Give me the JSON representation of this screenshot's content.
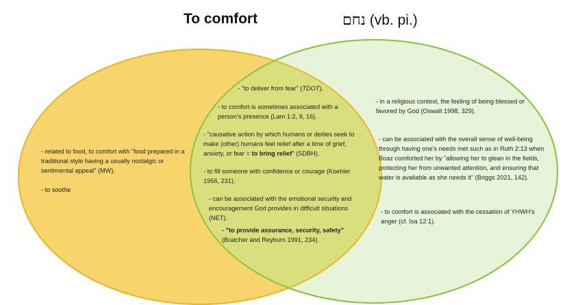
{
  "diagram": {
    "type": "venn",
    "colors": {
      "left_fill": "#f7d56c",
      "left_stroke": "#e7b92a",
      "right_fill": "#e6f4d9",
      "right_stroke": "#8cc63f",
      "overlap_fill": "#d9df7d"
    }
  },
  "left": {
    "title": "To comfort",
    "items": [
      "- related to food, to comfort with \"food prepared in a traditional style having a usually nostalgic or sentimental appeal\" (MW).",
      "- to soothe"
    ]
  },
  "right": {
    "title_hebrew": "נחם",
    "title_suffix": "(vb. pi.)",
    "items": [
      "- in a religious context, the feeling of being blessed or favored by God (Oswalt 1998, 329).",
      "- can be associated with the overall sense of well-being through having one's needs met such as in Ruth 2:13 when Boaz comforted her by \"allowing her to glean in the fields, protecting her from unwanted attention, and ensuring that water is available as she needs it\" (Briggs 2021, 142).",
      "- to comfort is associated with the cessation of YHWH's anger (cf. Isa 12:1)."
    ]
  },
  "overlap": {
    "item1_pre": "- \"to deliver from fear\" (",
    "item1_it": "TDOT",
    "item1_post": ").",
    "item2": "- to comfort is sometimes associated with a person's presence (Lam 1:2, 9, 16).",
    "item3_pre": "- \"causative action by which humans or deities seek to make (other) humans feel relief after a time of grief, anxiety, or fear = ",
    "item3_bold": "to bring relief",
    "item3_post": "\" (SDBH).",
    "item4": "- to fill someone with confidence or courage (Koehler 1956, 231).",
    "item5": "- can be associated with the emotional security and encouragement God provides in difficult situations (NET).",
    "item6_bold": "- \"to provide assurance, security, safety\"",
    "item6_post": "(Bratcher and Reyburn 1991, 234)."
  }
}
